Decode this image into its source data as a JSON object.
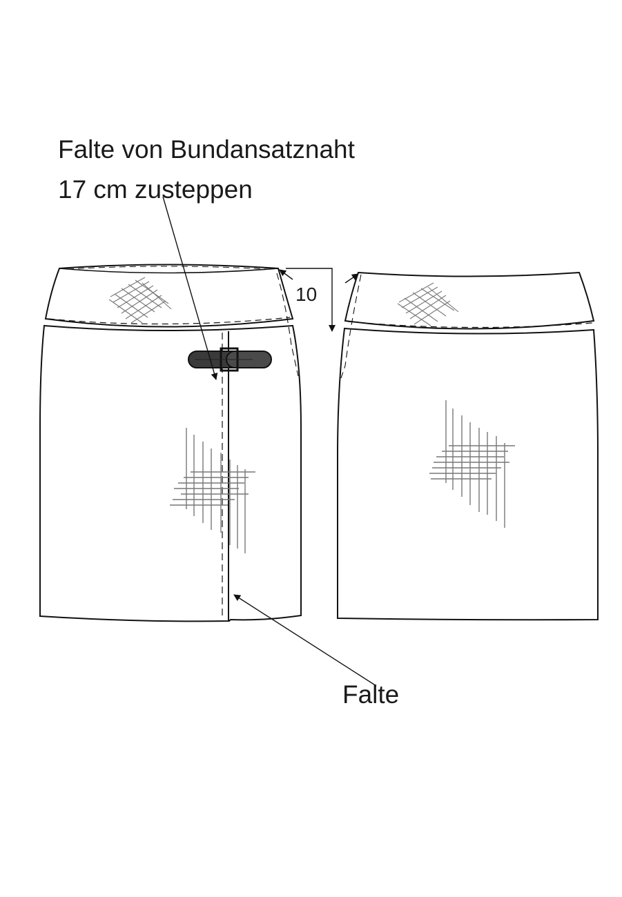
{
  "annotations": {
    "fold_stitch_line1": "Falte von Bundansatznaht",
    "fold_stitch_line2": "17 cm zusteppen",
    "waistband_measure": "10",
    "fold_label": "Falte"
  },
  "colors": {
    "line": "#111111",
    "buckle_fill": "#3a3a3a",
    "texture": "#777777"
  }
}
